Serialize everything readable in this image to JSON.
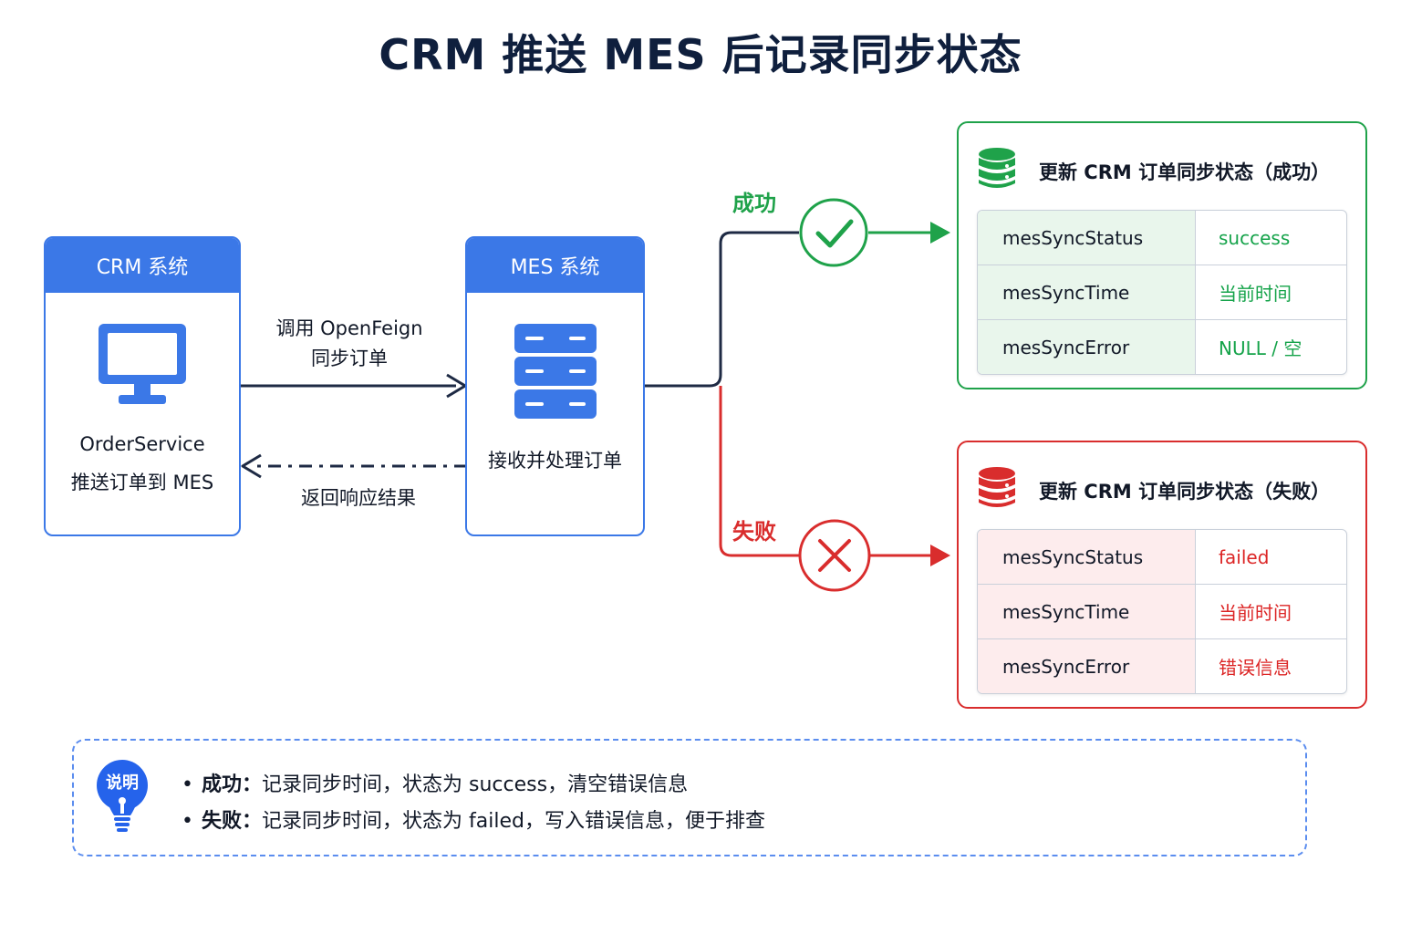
{
  "title": "CRM 推送 MES 后记录同步状态",
  "crm": {
    "header": "CRM 系统",
    "service": "OrderService",
    "action": "推送订单到 MES",
    "icon": "monitor-icon"
  },
  "mes": {
    "header": "MES 系统",
    "action": "接收并处理订单",
    "icon": "server-icon"
  },
  "call_label_1": "调用 OpenFeign",
  "call_label_2": "同步订单",
  "return_label": "返回响应结果",
  "success_branch": {
    "label": "成功",
    "color": "#1fa24a",
    "icon": "check-circle-icon"
  },
  "fail_branch": {
    "label": "失败",
    "color": "#d92d2d",
    "icon": "x-circle-icon"
  },
  "success_panel": {
    "title": "更新 CRM 订单同步状态（成功）",
    "icon": "database-icon",
    "rows": [
      {
        "key": "mesSyncStatus",
        "value": "success"
      },
      {
        "key": "mesSyncTime",
        "value": "当前时间"
      },
      {
        "key": "mesSyncError",
        "value": "NULL / 空"
      }
    ]
  },
  "fail_panel": {
    "title": "更新 CRM 订单同步状态（失败）",
    "icon": "database-icon",
    "rows": [
      {
        "key": "mesSyncStatus",
        "value": "failed"
      },
      {
        "key": "mesSyncTime",
        "value": "当前时间"
      },
      {
        "key": "mesSyncError",
        "value": "错误信息"
      }
    ]
  },
  "note": {
    "badge": "说明",
    "icon": "lightbulb-icon",
    "items": [
      {
        "label": "成功：",
        "text": "记录同步时间，状态为 success，清空错误信息"
      },
      {
        "label": "失败：",
        "text": "记录同步时间，状态为 failed，写入错误信息，便于排查"
      }
    ]
  },
  "colors": {
    "primary": "#3b78e7",
    "dark": "#0f1f3d",
    "success": "#1fa24a",
    "error": "#d92d2d"
  }
}
